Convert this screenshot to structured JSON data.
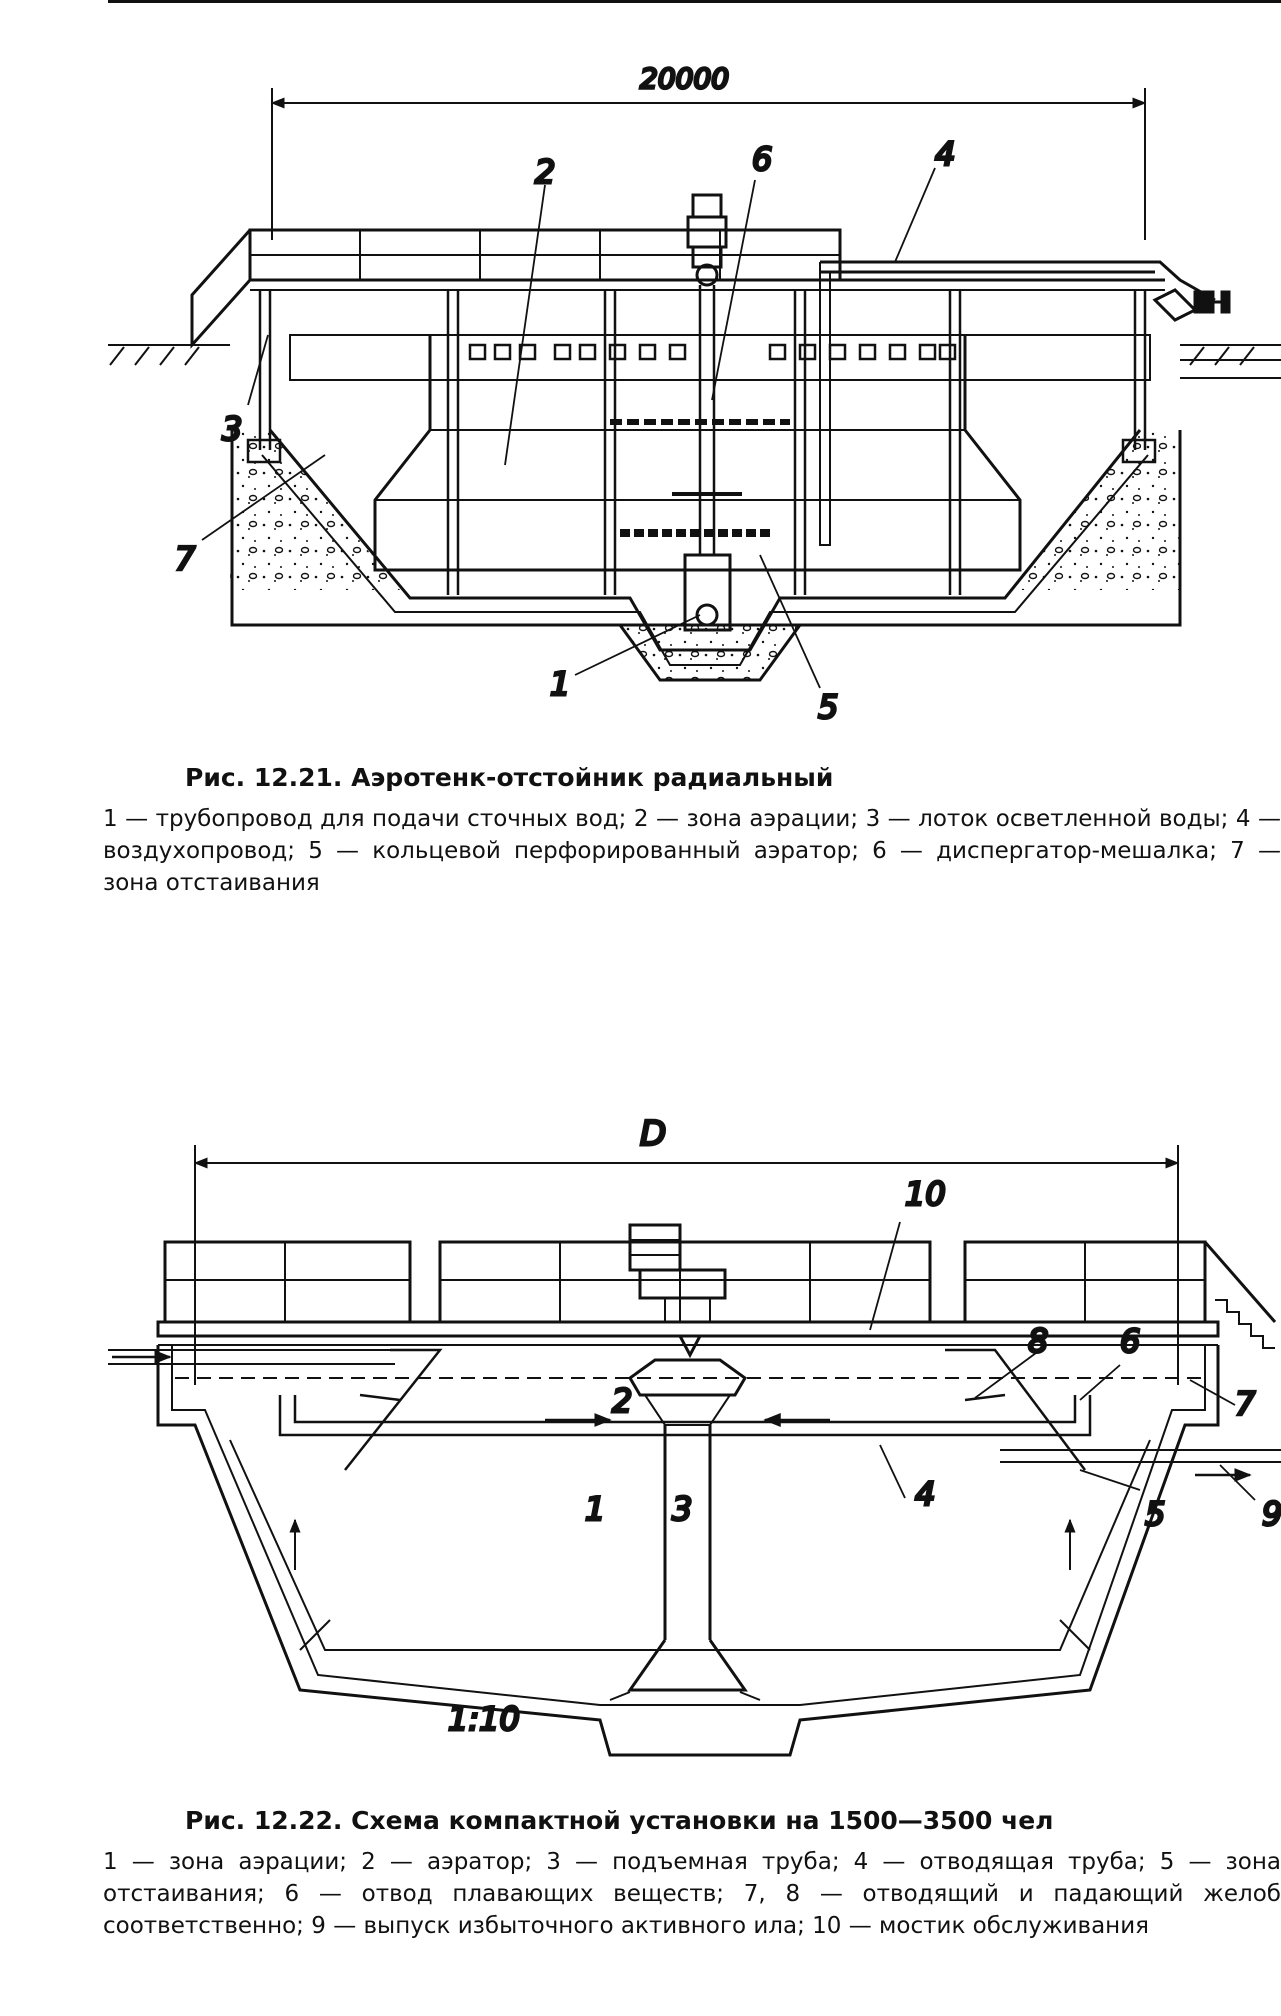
{
  "figure1": {
    "dimension": "20000",
    "callouts": [
      "1",
      "2",
      "3",
      "4",
      "5",
      "6",
      "7"
    ],
    "caption_title": "Рис. 12.21. Аэротенк-отстойник радиальный",
    "caption_legend": "1 — трубопровод для подачи сточных вод; 2 — зона аэрации; 3 — лоток осветленной воды; 4 — воздухопровод; 5 — кольцевой перфорированный аэратор; 6 — диспергатор-мешалка; 7 — зона отстаивания"
  },
  "figure2": {
    "dimension": "D",
    "slope": "1:10",
    "callouts": [
      "1",
      "2",
      "3",
      "4",
      "5",
      "6",
      "7",
      "8",
      "9",
      "10"
    ],
    "caption_title": "Рис. 12.22. Схема компактной установки на 1500—3500 чел",
    "caption_legend": "1 — зона аэрации; 2 — аэратор; 3 — подъемная труба; 4 — отводящая труба; 5 — зона отстаивания; 6 — отвод плавающих веществ; 7, 8 — отводящий и падающий желоб соответственно; 9 — выпуск избыточного активного ила; 10 — мостик обслуживания"
  }
}
